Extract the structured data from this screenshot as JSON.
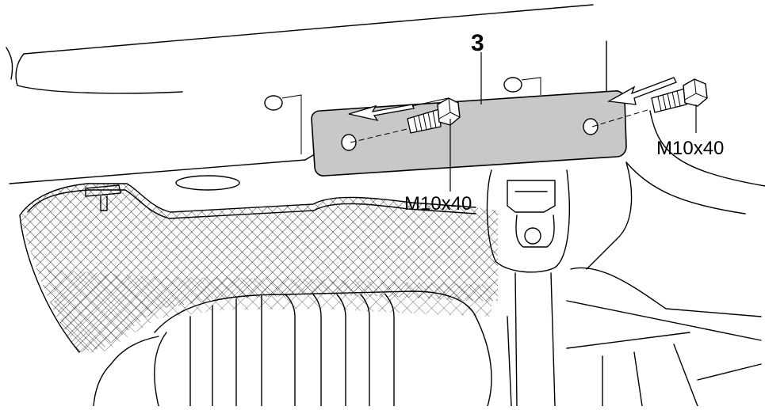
{
  "diagram": {
    "part_number_label": "3",
    "bolt_left_label": "M10x40",
    "bolt_right_label": "M10x40",
    "colors": {
      "line": "#000000",
      "bracket_fill": "#c8c8c8",
      "bolt_fill": "#ffffff",
      "mesh": "#000000",
      "background": "#ffffff"
    },
    "icons": {
      "arrow_left": "install-direction-arrow",
      "arrow_right": "install-direction-arrow",
      "bolt": "hex-bolt-icon"
    }
  }
}
